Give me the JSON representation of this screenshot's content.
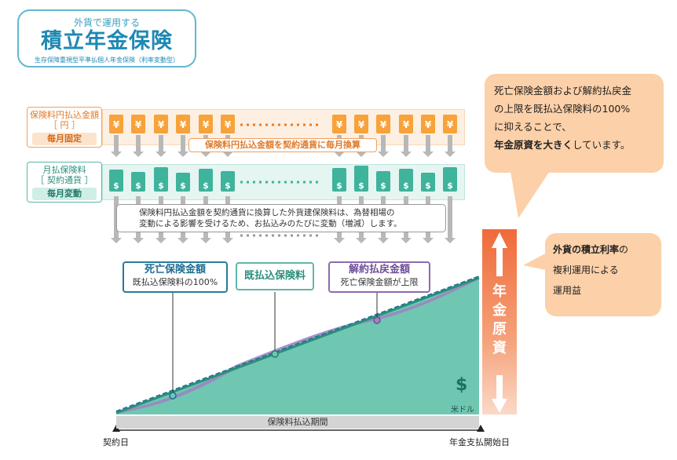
{
  "badge": {
    "line1": "外貨で運用する",
    "title": "積立年金保険",
    "subtitle": "生存保障重視型平準払個人年金保険（利率変動型）"
  },
  "rows": {
    "yen": {
      "label1": "保険料円払込金額",
      "label2": "［ 円 ］",
      "tag": "毎月固定",
      "symbol": "¥"
    },
    "usd": {
      "label1": "月払保険料",
      "label2": "［ 契約通貨 ］",
      "tag": "毎月変動",
      "symbol": "$",
      "heights": [
        0.7,
        0.55,
        0.85,
        0.5,
        0.75,
        0.6,
        0.8,
        0.95,
        0.6,
        0.75,
        0.5,
        0.85
      ]
    },
    "conversion_label": "保険料円払込金額を契約通貨に毎月換算"
  },
  "warning": {
    "line1": "保険料円払込金額を契約通貨に換算した外貨建保険料は、為替相場の",
    "line2": "変動による影響を受けるため、お払込みのたびに変動（増減）します。"
  },
  "callouts": {
    "death": {
      "title": "死亡保険金額",
      "sub": "既払込保険料の100%"
    },
    "paid": {
      "title": "既払込保険料"
    },
    "surrender": {
      "title": "解約払戻金額",
      "sub": "死亡保険金額が上限"
    }
  },
  "bubble_top": {
    "line1": "死亡保険金額および解約払戻金",
    "line2": "の上限を既払込保険料の100%",
    "line3": "に抑えることで、",
    "line4_bold": "年金原資を大きく",
    "line4_rest": "しています。"
  },
  "bubble_right": {
    "line1_bold": "外貨の積立利率",
    "line1_rest": "の",
    "line2": "複利運用による",
    "line3": "運用益"
  },
  "vbar": {
    "label": "年金原資"
  },
  "axis": {
    "period": "保険料払込期間",
    "start": "契約日",
    "end": "年金支払開始日",
    "currency_symbol": "$",
    "currency_unit": "米ドル"
  },
  "colors": {
    "yen": "#f7a23a",
    "usd": "#3fb39b",
    "area": "#6fc7b2",
    "death_line": "#1e6f91",
    "surrender_line": "#8a6ab0",
    "vbar": "#f28a5c"
  }
}
